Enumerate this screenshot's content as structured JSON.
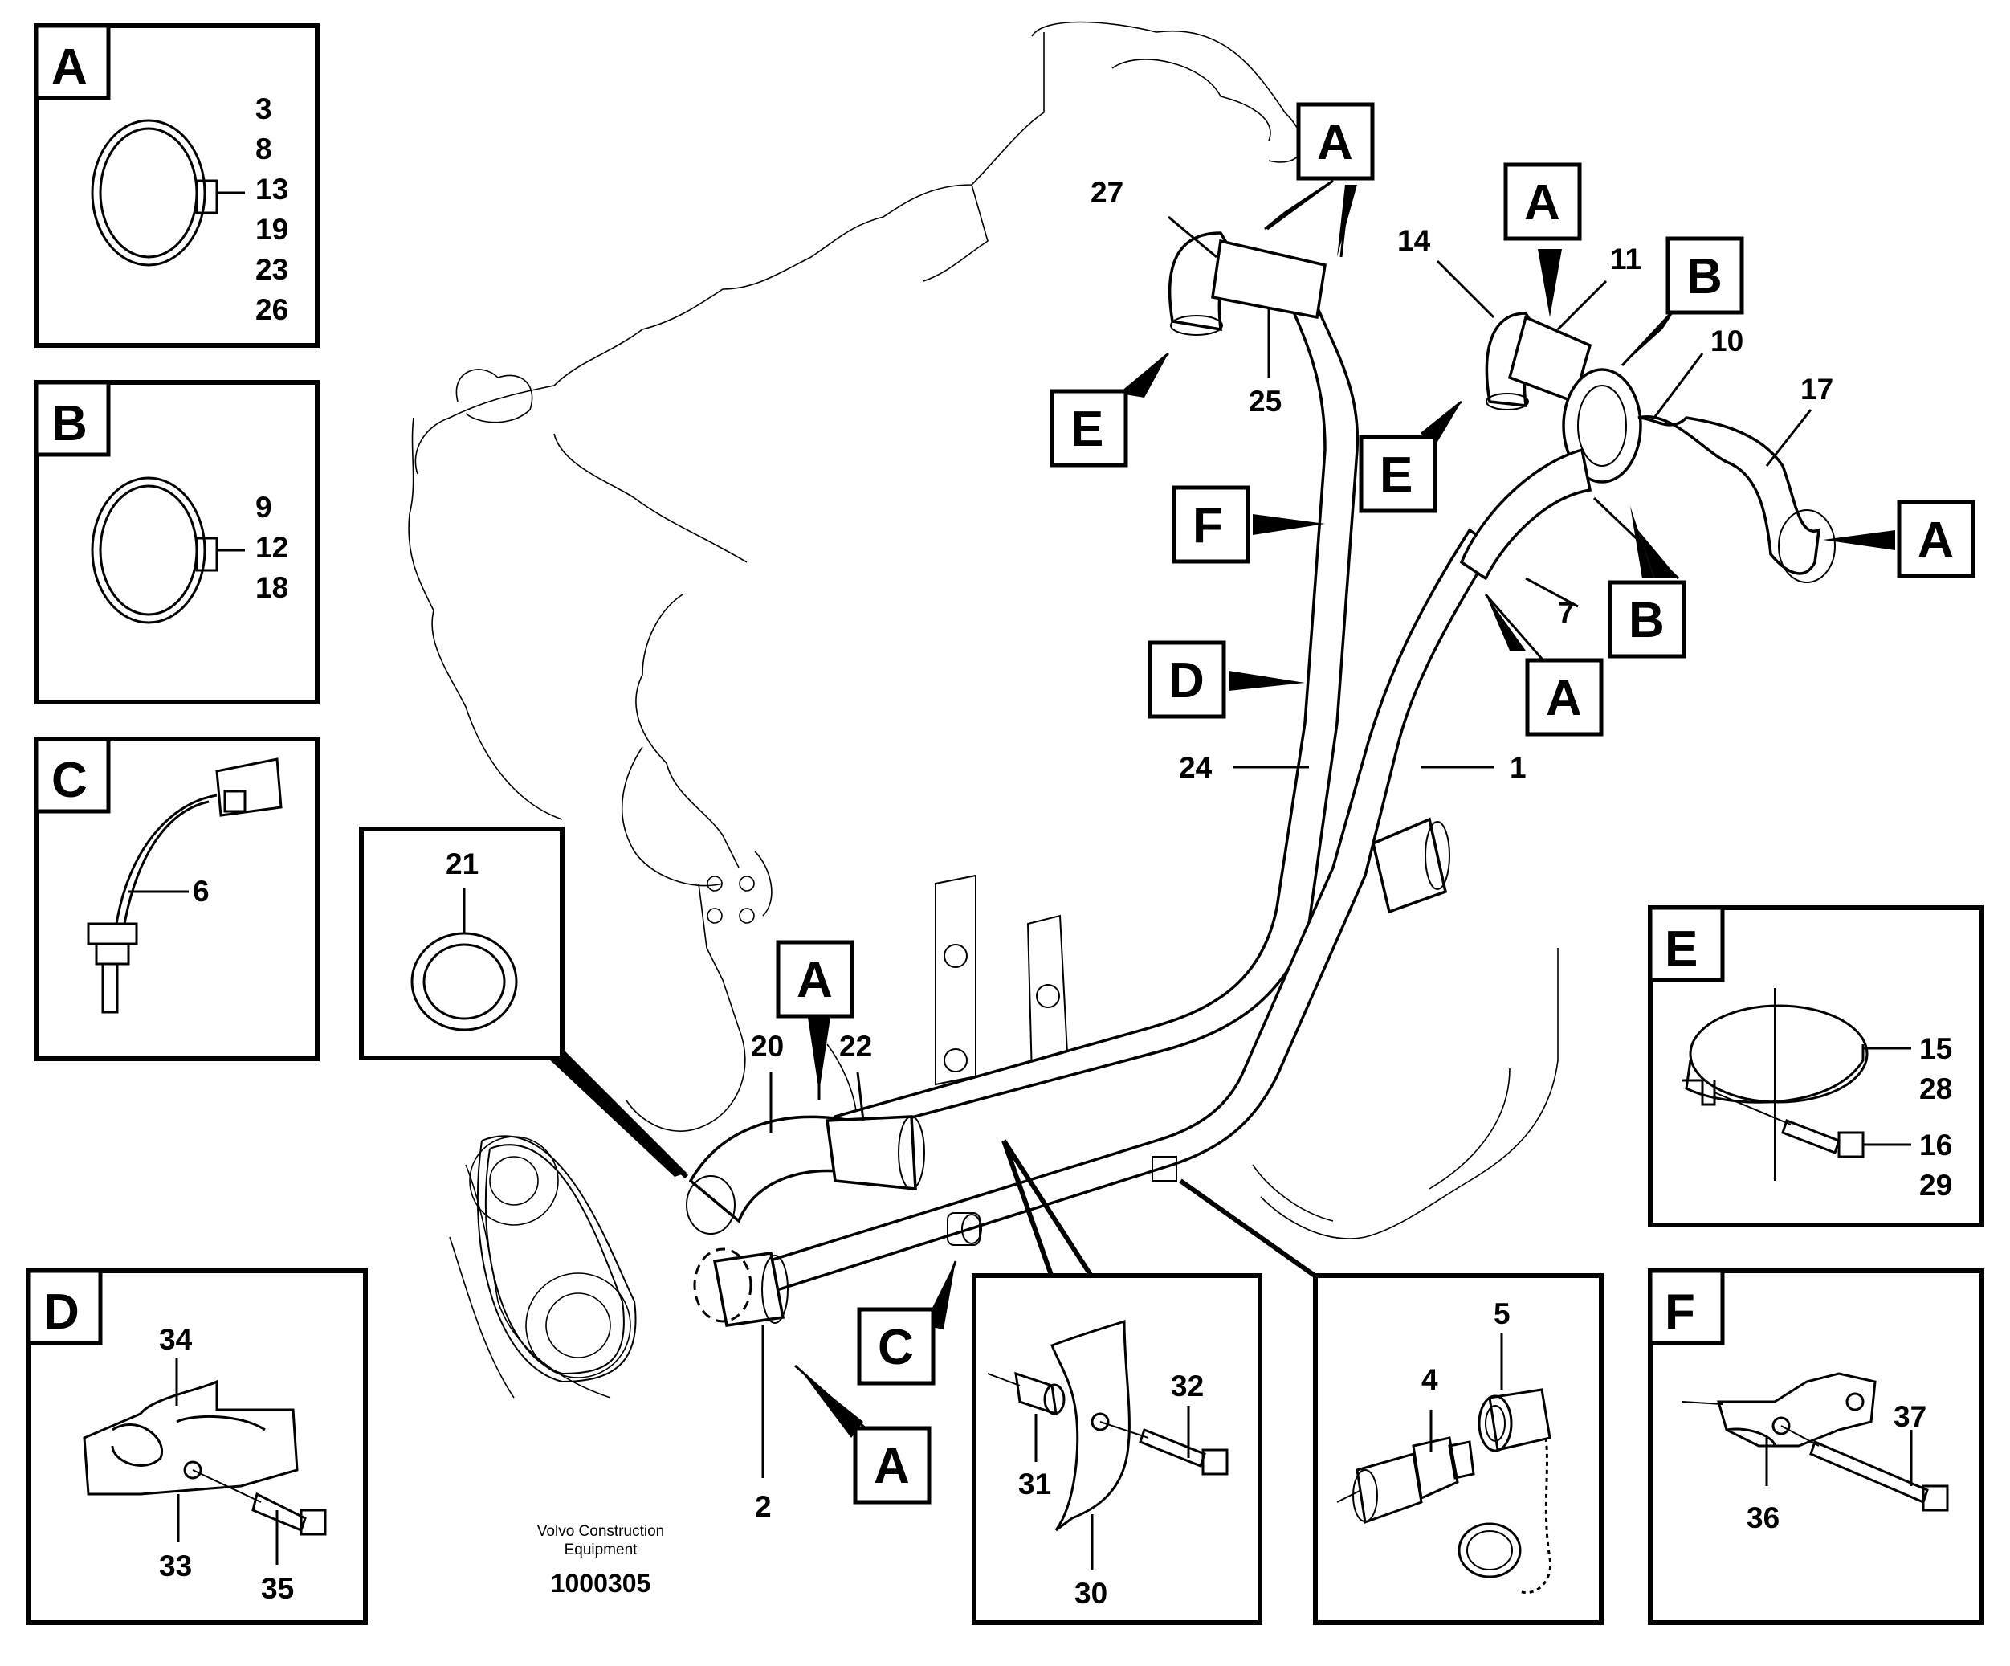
{
  "footer": {
    "company_line1": "Volvo Construction",
    "company_line2": "Equipment",
    "doc_number": "1000305"
  },
  "detail_boxes": {
    "A": {
      "key": "A",
      "parts": [
        "3",
        "8",
        "13",
        "19",
        "23",
        "26"
      ]
    },
    "B": {
      "key": "B",
      "parts": [
        "9",
        "12",
        "18"
      ]
    },
    "C": {
      "key": "C",
      "parts": [
        "6"
      ]
    },
    "D": {
      "key": "D",
      "parts": [
        "34",
        "33",
        "35"
      ]
    },
    "E": {
      "key": "E",
      "parts": [
        "15",
        "28",
        "16",
        "29"
      ]
    },
    "F": {
      "key": "F",
      "parts": [
        "37",
        "36"
      ]
    },
    "seal": {
      "parts": [
        "21"
      ]
    },
    "clip": {
      "parts": [
        "32",
        "31",
        "30"
      ]
    },
    "drain": {
      "parts": [
        "5",
        "4"
      ]
    }
  },
  "callouts": {
    "p27": "27",
    "p25": "25",
    "p14": "14",
    "p11": "11",
    "p10": "10",
    "p17": "17",
    "p7": "7",
    "p24": "24",
    "p1": "1",
    "p20": "20",
    "p22": "22",
    "p2": "2"
  },
  "key_tags": {
    "top_a": "A",
    "e_left": "E",
    "a_mid": "A",
    "e_mid": "E",
    "b_top": "B",
    "a_right": "A",
    "b_right": "B",
    "a_lower_right": "A",
    "f_tag": "F",
    "d_tag": "D",
    "a_hose": "A",
    "c_tag": "C",
    "a_bottom": "A"
  }
}
